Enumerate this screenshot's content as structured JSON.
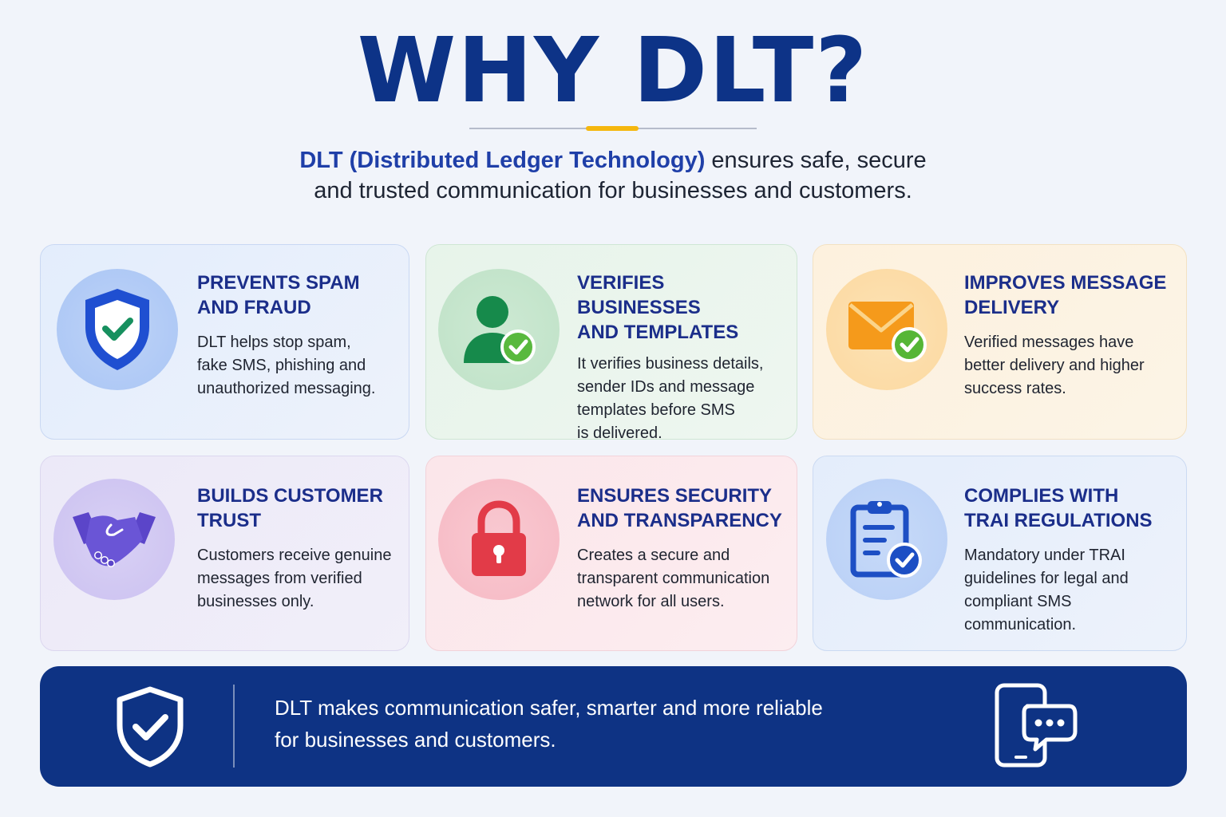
{
  "header": {
    "title": "WHY DLT?",
    "intro_highlight": "DLT (Distributed Ledger Technology)",
    "intro_rest": " ensures safe, secure",
    "intro_line2": "and trusted communication for businesses and customers."
  },
  "cards": [
    {
      "heading_l1": "PREVENTS SPAM",
      "heading_l2": "AND FRAUD",
      "body": [
        "DLT helps stop spam,",
        "fake SMS, phishing and",
        "unauthorized messaging."
      ],
      "icon": "shield-check-icon"
    },
    {
      "heading_l1": "VERIFIES BUSINESSES",
      "heading_l2": "AND TEMPLATES",
      "body": [
        "It verifies business details,",
        "sender IDs and message",
        "templates before SMS",
        "is delivered."
      ],
      "icon": "verified-user-icon"
    },
    {
      "heading_l1": "IMPROVES MESSAGE",
      "heading_l2": "DELIVERY",
      "body": [
        "Verified messages have",
        "better delivery and higher",
        "success rates."
      ],
      "icon": "envelope-check-icon"
    },
    {
      "heading_l1": "BUILDS CUSTOMER",
      "heading_l2": "TRUST",
      "body": [
        "Customers receive genuine",
        "messages from verified",
        "businesses only."
      ],
      "icon": "handshake-icon"
    },
    {
      "heading_l1": "ENSURES SECURITY",
      "heading_l2": "AND TRANSPARENCY",
      "body": [
        "Creates a secure and",
        "transparent communication",
        "network for all users."
      ],
      "icon": "padlock-icon"
    },
    {
      "heading_l1": "COMPLIES WITH",
      "heading_l2": "TRAI REGULATIONS",
      "body": [
        "Mandatory under TRAI",
        "guidelines for legal and",
        "compliant SMS",
        "communication."
      ],
      "icon": "clipboard-check-icon"
    }
  ],
  "banner": {
    "line1": "DLT makes communication safer, smarter and more reliable",
    "line2": "for businesses and customers.",
    "left_icon": "shield-check-outline-icon",
    "right_icon": "phone-chat-icon"
  },
  "colors": {
    "title": "#0d3387",
    "heading": "#1b2e8a",
    "banner": "#0e3384",
    "accent": "#f5b70e"
  }
}
